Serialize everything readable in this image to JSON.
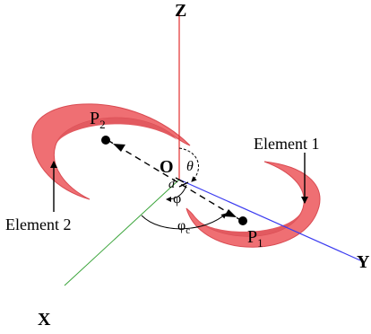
{
  "axes": {
    "z": "Z",
    "x": "X",
    "y": "Y",
    "origin": "O"
  },
  "points": {
    "p1": {
      "main": "P",
      "sub": "1"
    },
    "p2": {
      "main": "P",
      "sub": "2"
    }
  },
  "angles": {
    "theta": "θ",
    "phi": "φ",
    "phi_c": {
      "main": "φ",
      "sub": "c"
    },
    "d": "d"
  },
  "elements": {
    "element1": "Element 1",
    "element2": "Element 2"
  },
  "colors": {
    "ring": "#ef6f73",
    "ring_edge": "#d94b52",
    "z_axis": "#e23030",
    "x_axis": "#3aa43a",
    "y_axis": "#3b3bf0"
  }
}
